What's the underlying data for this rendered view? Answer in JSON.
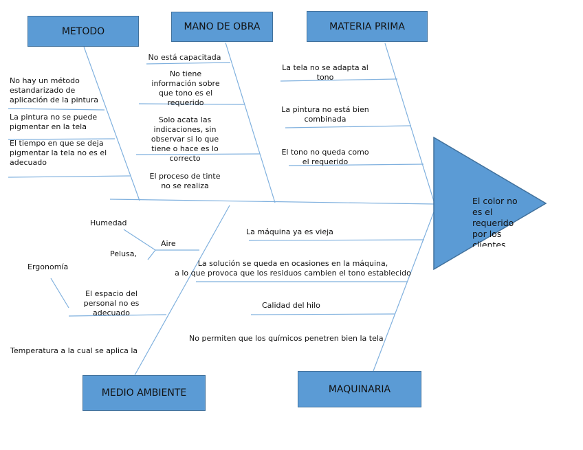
{
  "categories": {
    "metodo": "METODO",
    "mano_de_obra": "MANO DE OBRA",
    "materia_prima": "MATERIA PRIMA",
    "medio_ambiente": "MEDIO AMBIENTE",
    "maquinaria": "MAQUINARIA"
  },
  "effect": "El color no es el requerido por los clientes",
  "causes": {
    "metodo": [
      "No hay un método\nestandarizado  de\naplicación de la pintura",
      "La pintura no se puede\npigmentar en  la tela",
      "El tiempo en que se deja\npigmentar la tela no es el\nadecuado"
    ],
    "mano_de_obra": [
      "No está capacitada",
      "No tiene\ninformación sobre\nque tono es el\nrequerido",
      "Solo acata las\nindicaciones, sin\nobservar si lo que\ntiene o hace es lo\ncorrecto",
      "El proceso de tinte\nno se realiza"
    ],
    "materia_prima": [
      "La tela no se adapta al\ntono",
      "La pintura no está bien\ncombinada",
      "El tono no queda como\nel requerido"
    ],
    "medio_ambiente": [
      "Humedad",
      "Aire",
      "Pelusa,",
      "Ergonomía",
      "El espacio del\npersonal no es\nadecuado",
      "Temperatura a la cual se aplica la"
    ],
    "maquinaria": [
      "La máquina ya es vieja",
      "La solución se queda en ocasiones en la máquina,\na lo que provoca que los residuos cambien el tono establecido",
      "Calidad del hilo",
      "No permiten que los químicos penetren bien la tela"
    ]
  },
  "colors": {
    "box_fill": "#5b9bd5",
    "box_border": "#41719c",
    "line": "#7fb0de"
  }
}
